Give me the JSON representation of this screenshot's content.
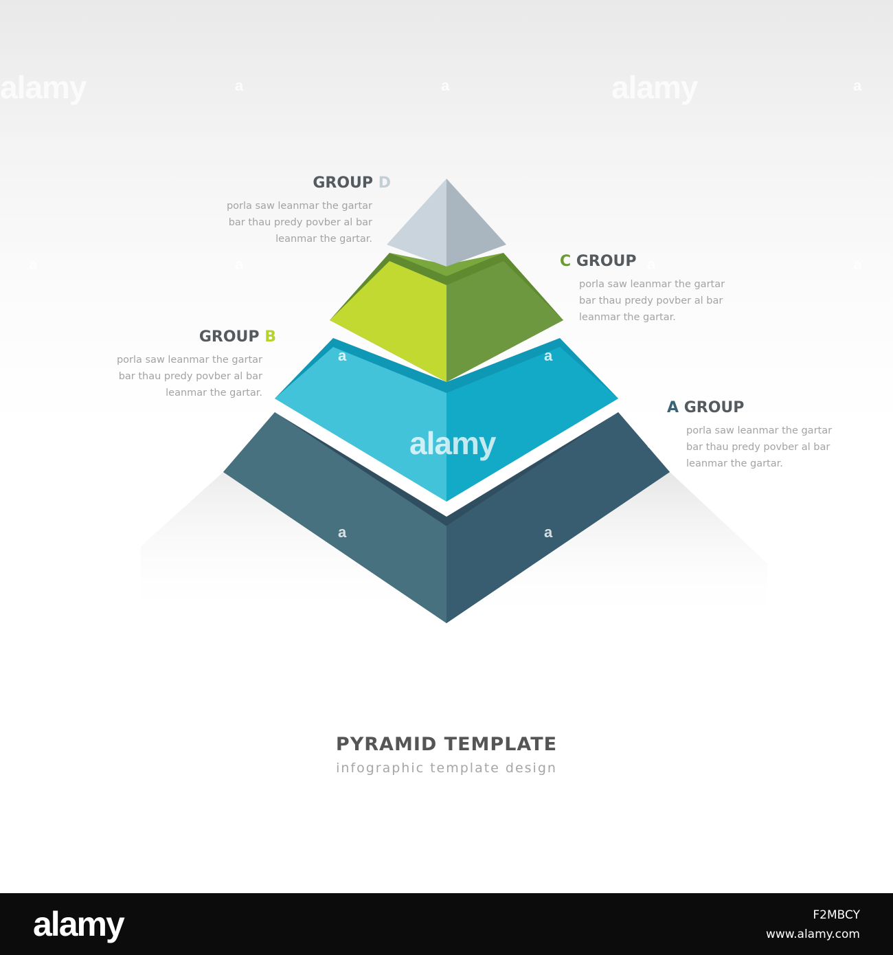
{
  "groups": [
    {
      "id": "d",
      "word": "GROUP",
      "letter": "D",
      "letter_first": false,
      "letter_color": "#c3cfd6",
      "desc": [
        "porla saw leanmar the gartar",
        "bar thau predy povber al bar",
        "leanmar the gartar."
      ]
    },
    {
      "id": "c",
      "word": "GROUP",
      "letter": "C",
      "letter_first": true,
      "letter_color": "#6a9a34",
      "desc": [
        "porla saw leanmar the gartar",
        "bar thau predy povber al bar",
        "leanmar the gartar."
      ]
    },
    {
      "id": "b",
      "word": "GROUP",
      "letter": "B",
      "letter_first": false,
      "letter_color": "#b4d42a",
      "desc": [
        "porla saw leanmar the gartar",
        "bar thau predy povber al bar",
        "leanmar the gartar."
      ]
    },
    {
      "id": "a",
      "word": "GROUP",
      "letter": "A",
      "letter_first": true,
      "letter_color": "#3a6378",
      "desc": [
        "porla saw leanmar the gartar",
        "bar thau predy povber al bar",
        "leanmar the gartar."
      ]
    }
  ],
  "tier_colors": {
    "a": {
      "left": "#48717f",
      "right": "#385d70",
      "band": "#34566a"
    },
    "b": {
      "left": "#42c3da",
      "right": "#13aac8",
      "band": "#0e98b5"
    },
    "c": {
      "left": "#c2d932",
      "right": "#6e9840",
      "band": "#5f8a2f"
    },
    "d": {
      "left": "#c9d4dc",
      "right": "#a9b5bf",
      "band": "#96a3ae"
    }
  },
  "footer": {
    "title": "PYRAMID TEMPLATE",
    "subtitle": "infographic template design"
  },
  "watermark": {
    "brand": "alamy",
    "image_id": "F2MBCY",
    "site": "www.alamy.com",
    "tile": "alamy",
    "tile_small": "a"
  }
}
